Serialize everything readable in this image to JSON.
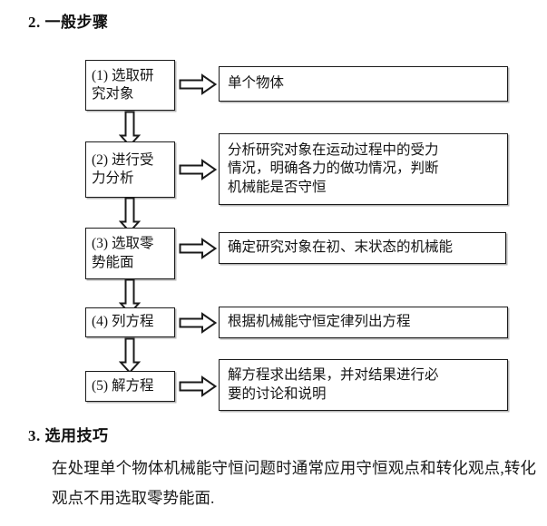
{
  "document": {
    "sections": [
      {
        "number": "2.",
        "title": "一般步骤"
      },
      {
        "number": "3.",
        "title": "选用技巧"
      }
    ]
  },
  "heading_2": "2. 一般步骤",
  "heading_3": "3. 选用技巧",
  "flowchart": {
    "type": "process-flow",
    "orientation": "vertical-with-side-annotations",
    "steps": [
      {
        "id": "step-1",
        "label": "(1) 选取研\n究对象",
        "description": "单个物体"
      },
      {
        "id": "step-2",
        "label": "(2) 进行受\n力分析",
        "description": "分析研究对象在运动过程中的受力\n情况，明确各力的做功情况，判断\n机械能是否守恒"
      },
      {
        "id": "step-3",
        "label": "(3) 选取零\n势能面",
        "description": "确定研究对象在初、末状态的机械能"
      },
      {
        "id": "step-4",
        "label": "(4) 列方程",
        "description": "根据机械能守恒定律列出方程"
      },
      {
        "id": "step-5",
        "label": "(5) 解方程",
        "description": "解方程求出结果，并对结果进行必\n要的讨论和说明"
      }
    ],
    "connector_icons": {
      "right": "block-arrow-right-icon",
      "down": "block-arrow-down-icon"
    }
  },
  "body_text": "在处理单个物体机械能守恒问题时通常应用守恒观点和转化观点,转化观点不用选取零势能面.",
  "colors": {
    "page_background": "#ffffff",
    "text": "#1a1a1a",
    "box_border": "#1b1b1b",
    "box_fill": "#ffffff",
    "box_shadow": "#787878"
  }
}
